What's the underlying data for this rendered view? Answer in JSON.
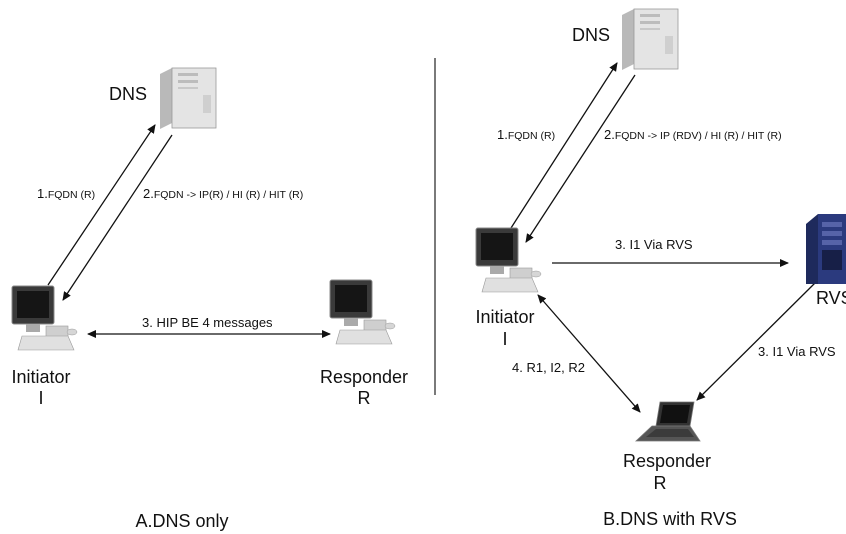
{
  "panel_a": {
    "title": "A.DNS only",
    "dns": "DNS",
    "initiator": "Initiator",
    "initiator_id": "I",
    "responder": "Responder",
    "responder_id": "R",
    "step1_num": "1.",
    "step1_text": "FQDN (R)",
    "step2_num": "2.",
    "step2_text": "FQDN -> IP(R) / HI (R) / HIT (R)",
    "step3": "3. HIP BE 4 messages"
  },
  "panel_b": {
    "title": "B.DNS with RVS",
    "dns": "DNS",
    "initiator": "Initiator",
    "initiator_id": "I",
    "responder": "Responder",
    "responder_id": "R",
    "rvs": "RVS",
    "step1_num": "1.",
    "step1_text": "FQDN (R)",
    "step2_num": "2.",
    "step2_text": "FQDN -> IP (RDV) / HI (R) / HIT (R)",
    "step3a": "3. I1 Via RVS",
    "step3b": "3. I1 Via RVS",
    "step4": "4. R1, I2, R2"
  }
}
